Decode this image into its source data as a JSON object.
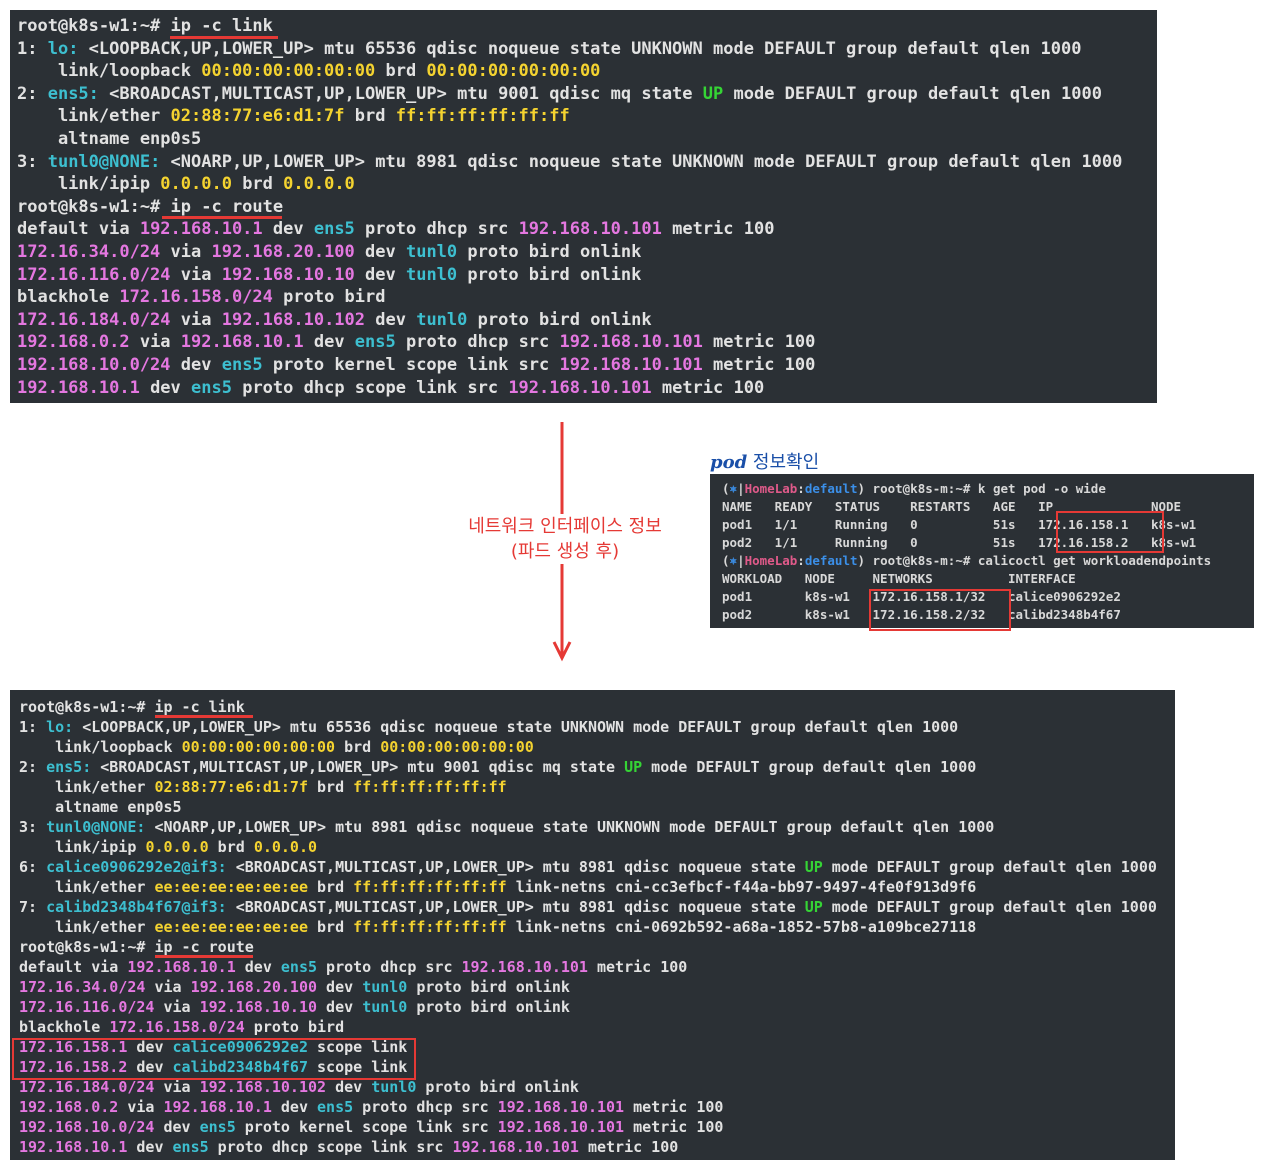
{
  "terminal_before": {
    "lines": [
      [
        {
          "t": "root@k8s-w1:~# ",
          "c": "w"
        },
        {
          "t": "ip -c link",
          "c": "w"
        }
      ],
      [
        {
          "t": "1: ",
          "c": "w"
        },
        {
          "t": "lo:",
          "c": "cy"
        },
        {
          "t": " <LOOPBACK,UP,LOWER_UP> mtu 65536 qdisc noqueue state UNKNOWN mode DEFAULT group default qlen 1000",
          "c": "w"
        }
      ],
      [
        {
          "t": "    link/loopback ",
          "c": "w"
        },
        {
          "t": "00:00:00:00:00:00",
          "c": "ye"
        },
        {
          "t": " brd ",
          "c": "w"
        },
        {
          "t": "00:00:00:00:00:00",
          "c": "ye"
        }
      ],
      [
        {
          "t": "2: ",
          "c": "w"
        },
        {
          "t": "ens5:",
          "c": "cy"
        },
        {
          "t": " <BROADCAST,MULTICAST,UP,LOWER_UP> mtu 9001 qdisc mq state ",
          "c": "w"
        },
        {
          "t": "UP",
          "c": "gr"
        },
        {
          "t": " mode DEFAULT group default qlen 1000",
          "c": "w"
        }
      ],
      [
        {
          "t": "    link/ether ",
          "c": "w"
        },
        {
          "t": "02:88:77:e6:d1:7f",
          "c": "ye"
        },
        {
          "t": " brd ",
          "c": "w"
        },
        {
          "t": "ff:ff:ff:ff:ff:ff",
          "c": "ye"
        }
      ],
      [
        {
          "t": "    altname enp0s5",
          "c": "w"
        }
      ],
      [
        {
          "t": "3: ",
          "c": "w"
        },
        {
          "t": "tunl0@NONE:",
          "c": "cy"
        },
        {
          "t": " <NOARP,UP,LOWER_UP> mtu 8981 qdisc noqueue state UNKNOWN mode DEFAULT group default qlen 1000",
          "c": "w"
        }
      ],
      [
        {
          "t": "    link/ipip ",
          "c": "w"
        },
        {
          "t": "0.0.0.0",
          "c": "ye"
        },
        {
          "t": " brd ",
          "c": "w"
        },
        {
          "t": "0.0.0.0",
          "c": "ye"
        }
      ],
      [
        {
          "t": "root@k8s-w1:~# ",
          "c": "w"
        },
        {
          "t": "ip -c route",
          "c": "w"
        }
      ],
      [
        {
          "t": "default via ",
          "c": "w"
        },
        {
          "t": "192.168.10.1",
          "c": "pk"
        },
        {
          "t": " dev ",
          "c": "w"
        },
        {
          "t": "ens5",
          "c": "cy"
        },
        {
          "t": " proto dhcp src ",
          "c": "w"
        },
        {
          "t": "192.168.10.101",
          "c": "pk"
        },
        {
          "t": " metric 100",
          "c": "w"
        }
      ],
      [
        {
          "t": "172.16.34.0/24",
          "c": "pk"
        },
        {
          "t": " via ",
          "c": "w"
        },
        {
          "t": "192.168.20.100",
          "c": "pk"
        },
        {
          "t": " dev ",
          "c": "w"
        },
        {
          "t": "tunl0",
          "c": "cy"
        },
        {
          "t": " proto bird onlink",
          "c": "w"
        }
      ],
      [
        {
          "t": "172.16.116.0/24",
          "c": "pk"
        },
        {
          "t": " via ",
          "c": "w"
        },
        {
          "t": "192.168.10.10",
          "c": "pk"
        },
        {
          "t": " dev ",
          "c": "w"
        },
        {
          "t": "tunl0",
          "c": "cy"
        },
        {
          "t": " proto bird onlink",
          "c": "w"
        }
      ],
      [
        {
          "t": "blackhole ",
          "c": "w"
        },
        {
          "t": "172.16.158.0/24",
          "c": "pk"
        },
        {
          "t": " proto bird",
          "c": "w"
        }
      ],
      [
        {
          "t": "172.16.184.0/24",
          "c": "pk"
        },
        {
          "t": " via ",
          "c": "w"
        },
        {
          "t": "192.168.10.102",
          "c": "pk"
        },
        {
          "t": " dev ",
          "c": "w"
        },
        {
          "t": "tunl0",
          "c": "cy"
        },
        {
          "t": " proto bird onlink",
          "c": "w"
        }
      ],
      [
        {
          "t": "192.168.0.2",
          "c": "pk"
        },
        {
          "t": " via ",
          "c": "w"
        },
        {
          "t": "192.168.10.1",
          "c": "pk"
        },
        {
          "t": " dev ",
          "c": "w"
        },
        {
          "t": "ens5",
          "c": "cy"
        },
        {
          "t": " proto dhcp src ",
          "c": "w"
        },
        {
          "t": "192.168.10.101",
          "c": "pk"
        },
        {
          "t": " metric 100",
          "c": "w"
        }
      ],
      [
        {
          "t": "192.168.10.0/24",
          "c": "pk"
        },
        {
          "t": " dev ",
          "c": "w"
        },
        {
          "t": "ens5",
          "c": "cy"
        },
        {
          "t": " proto kernel scope link src ",
          "c": "w"
        },
        {
          "t": "192.168.10.101",
          "c": "pk"
        },
        {
          "t": " metric 100",
          "c": "w"
        }
      ],
      [
        {
          "t": "192.168.10.1",
          "c": "pk"
        },
        {
          "t": " dev ",
          "c": "w"
        },
        {
          "t": "ens5",
          "c": "cy"
        },
        {
          "t": " proto dhcp scope link src ",
          "c": "w"
        },
        {
          "t": "192.168.10.101",
          "c": "pk"
        },
        {
          "t": " metric 100",
          "c": "w"
        }
      ]
    ]
  },
  "arrow_label": {
    "line1": "네트워크 인터페이스 정보",
    "line2": "(파드 생성 후)"
  },
  "pod_info": {
    "title_italic": "pod",
    "title_rest": " 정보확인",
    "lines": [
      [
        {
          "t": "(",
          "c": "grey"
        },
        {
          "t": "⎈",
          "c": "blue"
        },
        {
          "t": "|",
          "c": "grey"
        },
        {
          "t": "HomeLab",
          "c": "pinkred"
        },
        {
          "t": ":",
          "c": "grey"
        },
        {
          "t": "default",
          "c": "blue"
        },
        {
          "t": ") root@k8s-m:~# k get pod -o wide",
          "c": "grey"
        }
      ],
      [
        {
          "t": "NAME   READY   STATUS    RESTARTS   AGE   IP             NODE",
          "c": "grey"
        }
      ],
      [
        {
          "t": "pod1   1/1     Running   0          51s   172.16.158.1   k8s-w1",
          "c": "grey"
        }
      ],
      [
        {
          "t": "pod2   1/1     Running   0          51s   172.16.158.2   k8s-w1",
          "c": "grey"
        }
      ],
      [
        {
          "t": "(",
          "c": "grey"
        },
        {
          "t": "⎈",
          "c": "blue"
        },
        {
          "t": "|",
          "c": "grey"
        },
        {
          "t": "HomeLab",
          "c": "pinkred"
        },
        {
          "t": ":",
          "c": "grey"
        },
        {
          "t": "default",
          "c": "blue"
        },
        {
          "t": ") root@k8s-m:~# calicoctl get workloadendpoints",
          "c": "grey"
        }
      ],
      [
        {
          "t": "WORKLOAD   NODE     NETWORKS          INTERFACE",
          "c": "grey"
        }
      ],
      [
        {
          "t": "pod1       k8s-w1   172.16.158.1/32   calice0906292e2",
          "c": "grey"
        }
      ],
      [
        {
          "t": "pod2       k8s-w1   172.16.158.2/32   calibd2348b4f67",
          "c": "grey"
        }
      ]
    ]
  },
  "terminal_after": {
    "lines": [
      [
        {
          "t": "root@k8s-w1:~# ",
          "c": "w"
        },
        {
          "t": "ip -c link",
          "c": "w"
        }
      ],
      [
        {
          "t": "1: ",
          "c": "w"
        },
        {
          "t": "lo:",
          "c": "cy"
        },
        {
          "t": " <LOOPBACK,UP,LOWER_UP> mtu 65536 qdisc noqueue state UNKNOWN mode DEFAULT group default qlen 1000",
          "c": "w"
        }
      ],
      [
        {
          "t": "    link/loopback ",
          "c": "w"
        },
        {
          "t": "00:00:00:00:00:00",
          "c": "ye"
        },
        {
          "t": " brd ",
          "c": "w"
        },
        {
          "t": "00:00:00:00:00:00",
          "c": "ye"
        }
      ],
      [
        {
          "t": "2: ",
          "c": "w"
        },
        {
          "t": "ens5:",
          "c": "cy"
        },
        {
          "t": " <BROADCAST,MULTICAST,UP,LOWER_UP> mtu 9001 qdisc mq state ",
          "c": "w"
        },
        {
          "t": "UP",
          "c": "gr"
        },
        {
          "t": " mode DEFAULT group default qlen 1000",
          "c": "w"
        }
      ],
      [
        {
          "t": "    link/ether ",
          "c": "w"
        },
        {
          "t": "02:88:77:e6:d1:7f",
          "c": "ye"
        },
        {
          "t": " brd ",
          "c": "w"
        },
        {
          "t": "ff:ff:ff:ff:ff:ff",
          "c": "ye"
        }
      ],
      [
        {
          "t": "    altname enp0s5",
          "c": "w"
        }
      ],
      [
        {
          "t": "3: ",
          "c": "w"
        },
        {
          "t": "tunl0@NONE:",
          "c": "cy"
        },
        {
          "t": " <NOARP,UP,LOWER_UP> mtu 8981 qdisc noqueue state UNKNOWN mode DEFAULT group default qlen 1000",
          "c": "w"
        }
      ],
      [
        {
          "t": "    link/ipip ",
          "c": "w"
        },
        {
          "t": "0.0.0.0",
          "c": "ye"
        },
        {
          "t": " brd ",
          "c": "w"
        },
        {
          "t": "0.0.0.0",
          "c": "ye"
        }
      ],
      [
        {
          "t": "6: ",
          "c": "w"
        },
        {
          "t": "calice0906292e2@if3:",
          "c": "cy"
        },
        {
          "t": " <BROADCAST,MULTICAST,UP,LOWER_UP> mtu 8981 qdisc noqueue state ",
          "c": "w"
        },
        {
          "t": "UP",
          "c": "gr"
        },
        {
          "t": " mode DEFAULT group default qlen 1000",
          "c": "w"
        }
      ],
      [
        {
          "t": "    link/ether ",
          "c": "w"
        },
        {
          "t": "ee:ee:ee:ee:ee:ee",
          "c": "ye"
        },
        {
          "t": " brd ",
          "c": "w"
        },
        {
          "t": "ff:ff:ff:ff:ff:ff",
          "c": "ye"
        },
        {
          "t": " link-netns cni-cc3efbcf-f44a-bb97-9497-4fe0f913d9f6",
          "c": "w"
        }
      ],
      [
        {
          "t": "7: ",
          "c": "w"
        },
        {
          "t": "calibd2348b4f67@if3:",
          "c": "cy"
        },
        {
          "t": " <BROADCAST,MULTICAST,UP,LOWER_UP> mtu 8981 qdisc noqueue state ",
          "c": "w"
        },
        {
          "t": "UP",
          "c": "gr"
        },
        {
          "t": " mode DEFAULT group default qlen 1000",
          "c": "w"
        }
      ],
      [
        {
          "t": "    link/ether ",
          "c": "w"
        },
        {
          "t": "ee:ee:ee:ee:ee:ee",
          "c": "ye"
        },
        {
          "t": " brd ",
          "c": "w"
        },
        {
          "t": "ff:ff:ff:ff:ff:ff",
          "c": "ye"
        },
        {
          "t": " link-netns cni-0692b592-a68a-1852-57b8-a109bce27118",
          "c": "w"
        }
      ],
      [
        {
          "t": "root@k8s-w1:~# ",
          "c": "w"
        },
        {
          "t": "ip -c route",
          "c": "w"
        }
      ],
      [
        {
          "t": "default via ",
          "c": "w"
        },
        {
          "t": "192.168.10.1",
          "c": "pk"
        },
        {
          "t": " dev ",
          "c": "w"
        },
        {
          "t": "ens5",
          "c": "cy"
        },
        {
          "t": " proto dhcp src ",
          "c": "w"
        },
        {
          "t": "192.168.10.101",
          "c": "pk"
        },
        {
          "t": " metric 100",
          "c": "w"
        }
      ],
      [
        {
          "t": "172.16.34.0/24",
          "c": "pk"
        },
        {
          "t": " via ",
          "c": "w"
        },
        {
          "t": "192.168.20.100",
          "c": "pk"
        },
        {
          "t": " dev ",
          "c": "w"
        },
        {
          "t": "tunl0",
          "c": "cy"
        },
        {
          "t": " proto bird onlink",
          "c": "w"
        }
      ],
      [
        {
          "t": "172.16.116.0/24",
          "c": "pk"
        },
        {
          "t": " via ",
          "c": "w"
        },
        {
          "t": "192.168.10.10",
          "c": "pk"
        },
        {
          "t": " dev ",
          "c": "w"
        },
        {
          "t": "tunl0",
          "c": "cy"
        },
        {
          "t": " proto bird onlink",
          "c": "w"
        }
      ],
      [
        {
          "t": "blackhole ",
          "c": "w"
        },
        {
          "t": "172.16.158.0/24",
          "c": "pk"
        },
        {
          "t": " proto bird",
          "c": "w"
        }
      ],
      [
        {
          "t": "172.16.158.1",
          "c": "pk"
        },
        {
          "t": " dev ",
          "c": "w"
        },
        {
          "t": "calice0906292e2",
          "c": "cy"
        },
        {
          "t": " scope link",
          "c": "w"
        }
      ],
      [
        {
          "t": "172.16.158.2",
          "c": "pk"
        },
        {
          "t": " dev ",
          "c": "w"
        },
        {
          "t": "calibd2348b4f67",
          "c": "cy"
        },
        {
          "t": " scope link",
          "c": "w"
        }
      ],
      [
        {
          "t": "172.16.184.0/24",
          "c": "pk"
        },
        {
          "t": " via ",
          "c": "w"
        },
        {
          "t": "192.168.10.102",
          "c": "pk"
        },
        {
          "t": " dev ",
          "c": "w"
        },
        {
          "t": "tunl0",
          "c": "cy"
        },
        {
          "t": " proto bird onlink",
          "c": "w"
        }
      ],
      [
        {
          "t": "192.168.0.2",
          "c": "pk"
        },
        {
          "t": " via ",
          "c": "w"
        },
        {
          "t": "192.168.10.1",
          "c": "pk"
        },
        {
          "t": " dev ",
          "c": "w"
        },
        {
          "t": "ens5",
          "c": "cy"
        },
        {
          "t": " proto dhcp src ",
          "c": "w"
        },
        {
          "t": "192.168.10.101",
          "c": "pk"
        },
        {
          "t": " metric 100",
          "c": "w"
        }
      ],
      [
        {
          "t": "192.168.10.0/24",
          "c": "pk"
        },
        {
          "t": " dev ",
          "c": "w"
        },
        {
          "t": "ens5",
          "c": "cy"
        },
        {
          "t": " proto kernel scope link src ",
          "c": "w"
        },
        {
          "t": "192.168.10.101",
          "c": "pk"
        },
        {
          "t": " metric 100",
          "c": "w"
        }
      ],
      [
        {
          "t": "192.168.10.1",
          "c": "pk"
        },
        {
          "t": " dev ",
          "c": "w"
        },
        {
          "t": "ens5",
          "c": "cy"
        },
        {
          "t": " proto dhcp scope link src ",
          "c": "w"
        },
        {
          "t": "192.168.10.101",
          "c": "pk"
        },
        {
          "t": " metric 100",
          "c": "w"
        }
      ]
    ]
  },
  "colors": {
    "terminal_bg": "#2b3035",
    "annotation_red": "#e53935",
    "title_blue": "#1a4fa8",
    "cyan": "#3dbfd0",
    "yellow": "#f4d330",
    "green": "#35d435",
    "pink": "#e477e0"
  }
}
